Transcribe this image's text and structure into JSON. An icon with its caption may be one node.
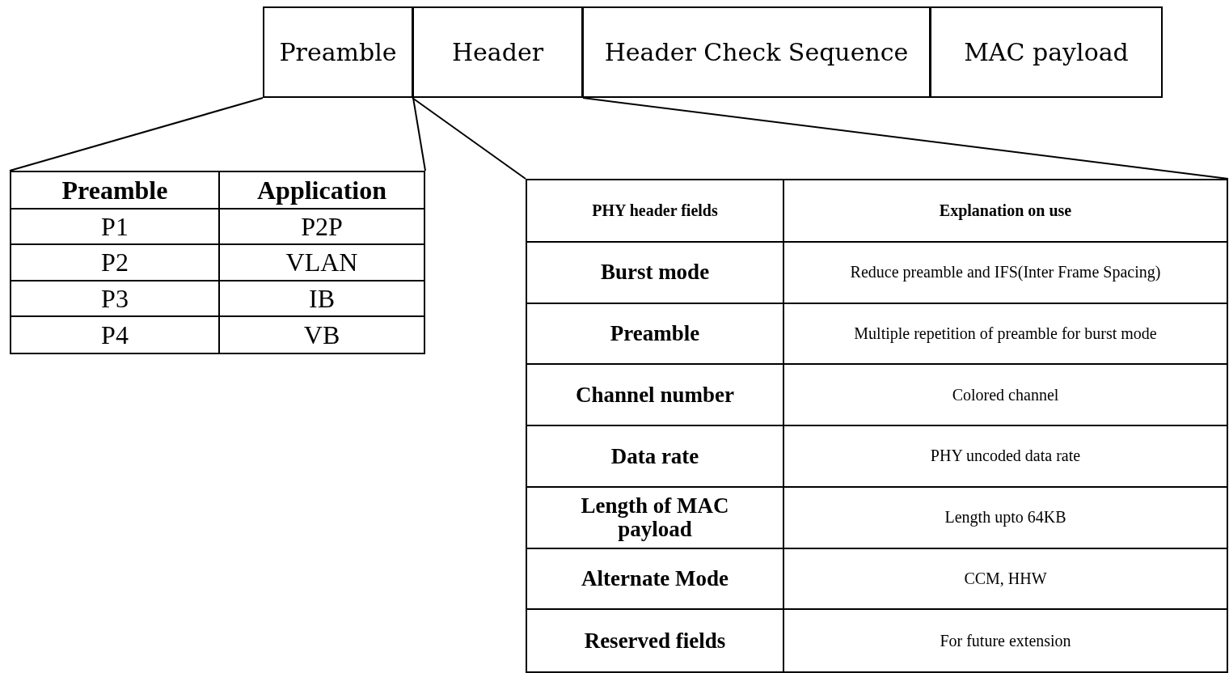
{
  "diagram": {
    "nodes": [
      {
        "text": [
          "Preamble"
        ]
      },
      {
        "text": [
          "Header"
        ]
      },
      {
        "text": [
          "Header Check Sequence"
        ]
      },
      {
        "text": [
          "MAC payload"
        ]
      },
      {
        "text": [],
        "shape": "box"
      },
      {
        "text": [],
        "shape": "box"
      }
    ],
    "edges": [
      {
        "from": 0,
        "to": 4,
        "arrow": "none"
      },
      {
        "from": 0,
        "to": 4,
        "arrow": "none"
      },
      {
        "from": 1,
        "to": 5,
        "arrow": "none"
      },
      {
        "from": 1,
        "to": 5,
        "arrow": "none"
      }
    ],
    "labels": [
      "Preamble",
      "Application",
      "P1",
      "P2P",
      "P2",
      "VLAN",
      "P3",
      "IB",
      "P4",
      "VB",
      "PHY header fields",
      "Explanation on use",
      "Burst mode",
      "Reduce preamble and IFS(Inter Frame Spacing)",
      "Preamble",
      "Multiple repetition of preamble for burst mode",
      "Channel number",
      "Colored channel",
      "Data rate",
      "PHY uncoded data rate",
      "Length of MAC payload",
      "Length upto 64KB",
      "Alternate Mode",
      "CCM, HHW",
      "Reserved fields",
      "For future extension"
    ]
  }
}
